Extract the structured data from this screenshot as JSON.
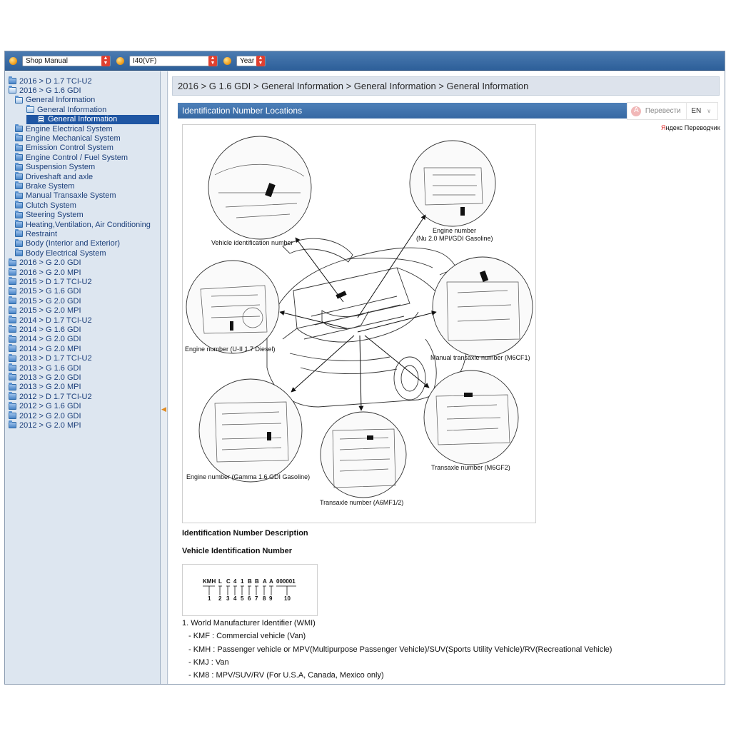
{
  "toolbar": {
    "manual_select": "Shop Manual",
    "model_select": "I40(VF)",
    "year_select": "Year"
  },
  "sidebar": {
    "items": [
      {
        "label": "2016 > D 1.7 TCI-U2",
        "level": 0,
        "icon": "folder"
      },
      {
        "label": "2016 > G 1.6 GDI",
        "level": 0,
        "icon": "folder-open"
      },
      {
        "label": "General Information",
        "level": 1,
        "icon": "folder-open"
      },
      {
        "label": "General Information",
        "level": 2,
        "icon": "folder-open"
      },
      {
        "label": "General Information",
        "level": 3,
        "icon": "document",
        "selected": true
      },
      {
        "label": "Engine Electrical System",
        "level": 1,
        "icon": "folder"
      },
      {
        "label": "Engine Mechanical System",
        "level": 1,
        "icon": "folder"
      },
      {
        "label": "Emission Control System",
        "level": 1,
        "icon": "folder"
      },
      {
        "label": "Engine Control / Fuel System",
        "level": 1,
        "icon": "folder"
      },
      {
        "label": "Suspension System",
        "level": 1,
        "icon": "folder"
      },
      {
        "label": "Driveshaft and axle",
        "level": 1,
        "icon": "folder"
      },
      {
        "label": "Brake System",
        "level": 1,
        "icon": "folder"
      },
      {
        "label": "Manual Transaxle System",
        "level": 1,
        "icon": "folder"
      },
      {
        "label": "Clutch System",
        "level": 1,
        "icon": "folder"
      },
      {
        "label": "Steering System",
        "level": 1,
        "icon": "folder"
      },
      {
        "label": "Heating,Ventilation, Air Conditioning",
        "level": 1,
        "icon": "folder"
      },
      {
        "label": "Restraint",
        "level": 1,
        "icon": "folder"
      },
      {
        "label": "Body (Interior and Exterior)",
        "level": 1,
        "icon": "folder"
      },
      {
        "label": "Body Electrical System",
        "level": 1,
        "icon": "folder"
      },
      {
        "label": "2016 > G 2.0 GDI",
        "level": 0,
        "icon": "folder"
      },
      {
        "label": "2016 > G 2.0 MPI",
        "level": 0,
        "icon": "folder"
      },
      {
        "label": "2015 > D 1.7 TCI-U2",
        "level": 0,
        "icon": "folder"
      },
      {
        "label": "2015 > G 1.6 GDI",
        "level": 0,
        "icon": "folder"
      },
      {
        "label": "2015 > G 2.0 GDI",
        "level": 0,
        "icon": "folder"
      },
      {
        "label": "2015 > G 2.0 MPI",
        "level": 0,
        "icon": "folder"
      },
      {
        "label": "2014 > D 1.7 TCI-U2",
        "level": 0,
        "icon": "folder"
      },
      {
        "label": "2014 > G 1.6 GDI",
        "level": 0,
        "icon": "folder"
      },
      {
        "label": "2014 > G 2.0 GDI",
        "level": 0,
        "icon": "folder"
      },
      {
        "label": "2014 > G 2.0 MPI",
        "level": 0,
        "icon": "folder"
      },
      {
        "label": "2013 > D 1.7 TCI-U2",
        "level": 0,
        "icon": "folder"
      },
      {
        "label": "2013 > G 1.6 GDI",
        "level": 0,
        "icon": "folder"
      },
      {
        "label": "2013 > G 2.0 GDI",
        "level": 0,
        "icon": "folder"
      },
      {
        "label": "2013 > G 2.0 MPI",
        "level": 0,
        "icon": "folder"
      },
      {
        "label": "2012 > D 1.7 TCI-U2",
        "level": 0,
        "icon": "folder"
      },
      {
        "label": "2012 > G 1.6 GDI",
        "level": 0,
        "icon": "folder"
      },
      {
        "label": "2012 > G 2.0 GDI",
        "level": 0,
        "icon": "folder"
      },
      {
        "label": "2012 > G 2.0 MPI",
        "level": 0,
        "icon": "folder"
      }
    ]
  },
  "content": {
    "breadcrumb": "2016 > G 1.6 GDI > General Information > General Information > General Information",
    "section_title": "Identification Number Locations",
    "translate": {
      "button_label": "Перевести",
      "language": "EN",
      "provider_prefix": "Я",
      "provider_rest": "ндекс Переводчик"
    },
    "figure_labels": {
      "vin": "Vehicle identification number",
      "engine_nu_1": "Engine number",
      "engine_nu_2": "(Nu 2.0 MPI/GDI Gasoline)",
      "engine_u2": "Engine number (U-II 1.7 Diesel)",
      "manual_transaxle": "Manual transaxle number (M6CF1)",
      "engine_gamma": "Engine number (Gamma 1.6 GDI Gasoline)",
      "transaxle_m6gf2": "Transaxle number (M6GF2)",
      "transaxle_a6mf": "Transaxle number (A6MF1/2)"
    },
    "id_desc_heading": "Identification Number Description",
    "vin_heading": "Vehicle Identification Number",
    "vin_diagram": {
      "chars": [
        "KMH",
        "L",
        "C",
        "4",
        "1",
        "B",
        "B",
        "A",
        "A",
        "000001"
      ],
      "numbers": [
        "1",
        "2",
        "3",
        "4",
        "5",
        "6",
        "7",
        "8",
        "9",
        "10"
      ]
    },
    "wmi_heading": "1. World Manufacturer Identifier (WMI)",
    "wmi_items": [
      "- KMF : Commercial vehicle (Van)",
      "- KMH : Passenger vehicle or MPV(Multipurpose Passenger Vehicle)/SUV(Sports Utility Vehicle)/RV(Recreational Vehicle)",
      "- KMJ : Van",
      "- KM8 : MPV/SUV/RV (For U.S.A, Canada, Mexico only)"
    ]
  }
}
